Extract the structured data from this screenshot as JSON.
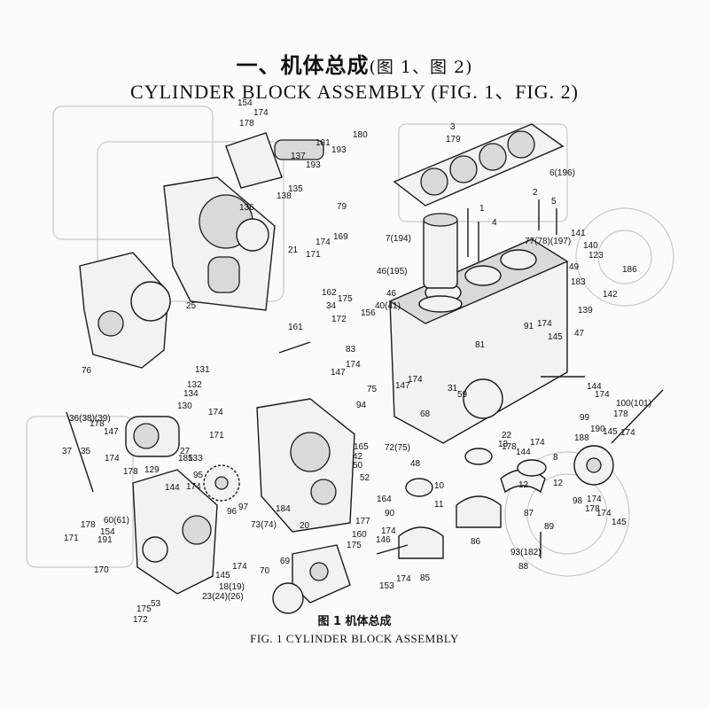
{
  "header": {
    "title_cn": "一、机体总成",
    "title_cn_sub": "(图 1、图 2)",
    "title_en": "CYLINDER BLOCK ASSEMBLY (FIG. 1、FIG. 2)"
  },
  "caption": {
    "cn": "图 1   机体总成",
    "en": "FIG. 1  CYLINDER BLOCK ASSEMBLY"
  },
  "callouts": [
    "154",
    "174",
    "178",
    "181",
    "180",
    "137",
    "193",
    "193",
    "135",
    "138",
    "136",
    "3",
    "179",
    "6(196)",
    "2",
    "5",
    "1",
    "4",
    "7(194)",
    "77(78)(197)",
    "141",
    "140",
    "123",
    "186",
    "79",
    "169",
    "174",
    "171",
    "21",
    "46(195)",
    "46",
    "49",
    "183",
    "139",
    "142",
    "25",
    "162",
    "175",
    "172",
    "34",
    "156",
    "40(41)",
    "91",
    "174",
    "145",
    "47",
    "161",
    "76",
    "81",
    "131",
    "132",
    "134",
    "130",
    "83",
    "174",
    "147",
    "75",
    "94",
    "147",
    "174",
    "31",
    "59",
    "144",
    "174",
    "100(101)",
    "36(38)(39)",
    "178",
    "147",
    "72(75)",
    "185",
    "174",
    "68",
    "190",
    "99",
    "178",
    "174",
    "37",
    "35",
    "178",
    "174",
    "129",
    "27",
    "133",
    "95",
    "174",
    "171",
    "165",
    "42",
    "50",
    "52",
    "48",
    "22",
    "178",
    "174",
    "13",
    "144",
    "188",
    "145",
    "8",
    "12",
    "12",
    "98",
    "178",
    "174",
    "145",
    "174",
    "144",
    "96",
    "97",
    "184",
    "10",
    "11",
    "164",
    "177",
    "87",
    "89",
    "60(61)",
    "171",
    "178",
    "154",
    "191",
    "73(74)",
    "20",
    "160",
    "175",
    "146",
    "174",
    "90",
    "86",
    "93(182)",
    "88",
    "170",
    "174",
    "145",
    "18(19)",
    "69",
    "70",
    "153",
    "174",
    "85",
    "23(24)(26)",
    "53",
    "175",
    "172"
  ]
}
